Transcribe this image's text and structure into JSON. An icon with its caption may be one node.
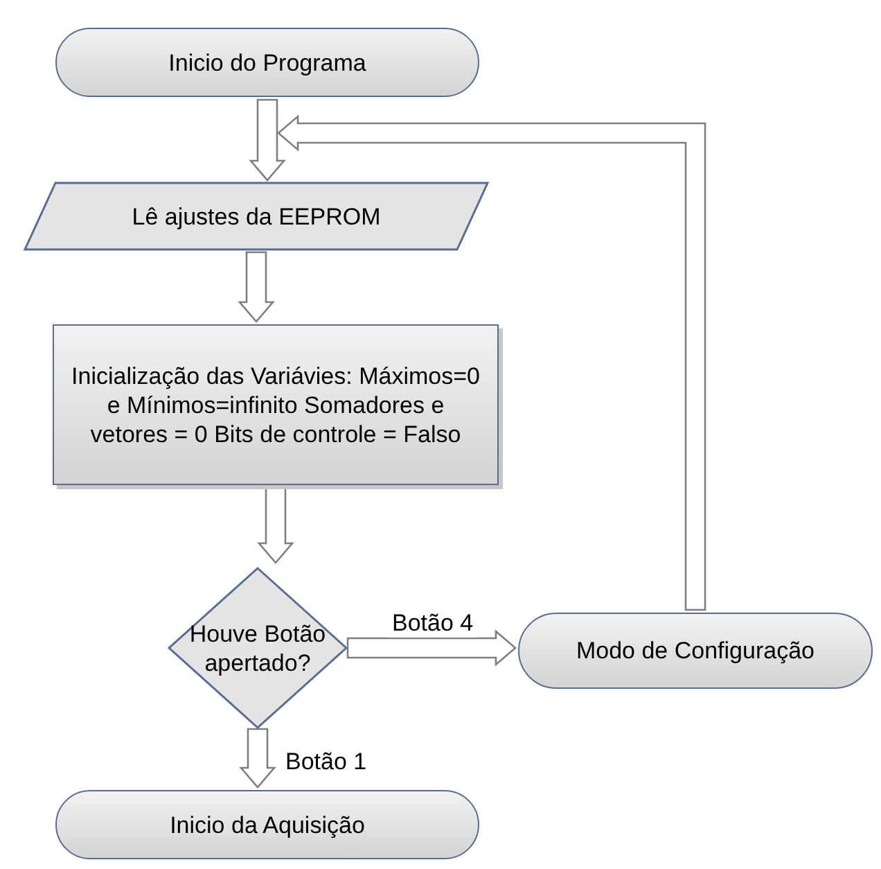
{
  "diagram": {
    "nodes": [
      {
        "text": [
          "Inicio do Programa"
        ]
      },
      {
        "text": [
          "Lê ajustes da EEPROM"
        ]
      },
      {
        "text": [
          "Inicialização das Variávies: Máximos=0 e Mínimos=infinito Somadores e vetores = 0 Bits de controle = Falso"
        ]
      },
      {
        "text": [
          "Houve Botão apertado?"
        ]
      },
      {
        "text": [
          "Modo de Configuração"
        ]
      },
      {
        "text": [
          "Inicio da Aquisição"
        ]
      }
    ],
    "edges": [
      {
        "from": 0,
        "to": 1,
        "arrow": "to"
      },
      {
        "from": 1,
        "to": 2,
        "arrow": "to"
      },
      {
        "from": 2,
        "to": 3,
        "arrow": "to"
      },
      {
        "from": 3,
        "to": 4,
        "arrow": "to",
        "label": "Botão 4"
      },
      {
        "from": 3,
        "to": 5,
        "arrow": "to",
        "label": "Botão 1"
      },
      {
        "from": 4,
        "to": 1,
        "arrow": "to"
      }
    ]
  }
}
